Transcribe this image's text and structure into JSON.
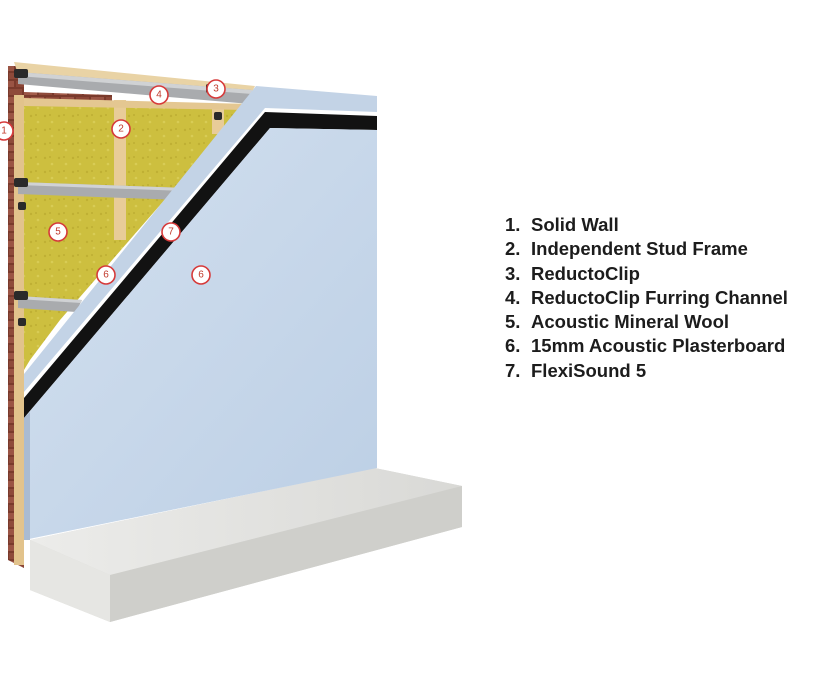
{
  "legend": [
    {
      "number": "1.",
      "label": "Solid Wall"
    },
    {
      "number": "2.",
      "label": "Independent Stud Frame"
    },
    {
      "number": "3.",
      "label": "ReductoClip"
    },
    {
      "number": "4.",
      "label": "ReductoClip Furring Channel"
    },
    {
      "number": "5.",
      "label": "Acoustic Mineral Wool"
    },
    {
      "number": "6.",
      "label": "15mm Acoustic Plasterboard"
    },
    {
      "number": "7.",
      "label": "FlexiSound 5"
    }
  ],
  "markers": {
    "m1": "1",
    "m2": "2",
    "m3": "3",
    "m4": "4",
    "m5": "5",
    "m6a": "6",
    "m6b": "6",
    "m7": "7"
  },
  "colors": {
    "brick": "#8a4a3a",
    "stud_frame": "#e6c48a",
    "mineral_wool": "#cbbd3c",
    "furring_channel": "#a9abae",
    "flexisound": "#121212",
    "plasterboard": "#c8d7e9",
    "concrete": "#e3e3e0",
    "marker": "#d63a3a"
  }
}
